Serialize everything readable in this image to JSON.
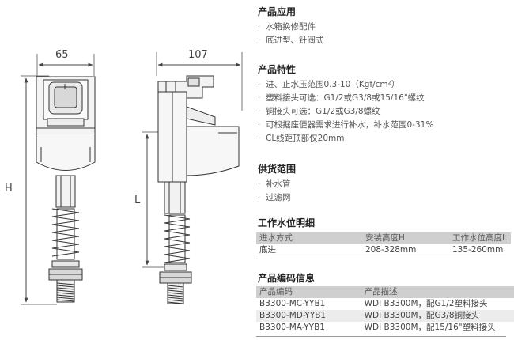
{
  "dimensions": {
    "width_a": "65",
    "width_b": "107",
    "height_h": "H",
    "length_l": "L"
  },
  "applications": {
    "title": "产品应用",
    "items": [
      "水箱换修配件",
      "底进型、针阀式"
    ]
  },
  "features": {
    "title": "产品特性",
    "items": [
      "进、止水压范围0.3-10（Kgf/cm²）",
      "塑料接头可选：G1/2或G3/8或15/16\"螺纹",
      "铜接头可选：G1/2或G3/8螺纹",
      "可根据座便器需求进行补水，补水范围0-31%",
      "CL线距顶部仅20mm"
    ]
  },
  "supply": {
    "title": "供货范围",
    "items": [
      "补水管",
      "过滤网"
    ]
  },
  "water_level": {
    "title": "工作水位明细",
    "headers": [
      "进水方式",
      "安装高度H",
      "工作水位高度L"
    ],
    "rows": [
      [
        "底进",
        "208-328mm",
        "135-260mm"
      ]
    ]
  },
  "codes": {
    "title": "产品编码信息",
    "headers": [
      "产品编码",
      "产品描述"
    ],
    "rows": [
      [
        "B3300-MC-YYB1",
        "WDI B3300M，配G1/2塑料接头"
      ],
      [
        "B3300-MD-YYB1",
        "WDI B3300M，配G3/8铜接头"
      ],
      [
        "B3300-MA-YYB1",
        "WDI B3300M，配15/16\"塑料接头"
      ]
    ]
  }
}
